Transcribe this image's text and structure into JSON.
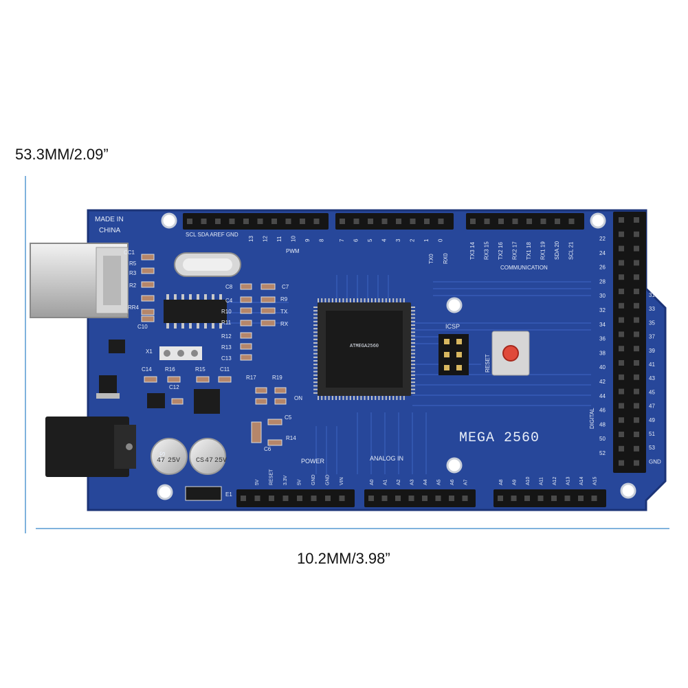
{
  "dimensions": {
    "height_label": "53.3MM/2.09”",
    "width_label": "10.2MM/3.98”"
  },
  "board": {
    "model_label": "MEGA 2560",
    "made_in": [
      "MADE IN",
      "CHINA"
    ],
    "icsp_label": "ICSP",
    "reset_label": "RESET",
    "pwm_label": "PWM",
    "communication_label": "COMMUNICATION",
    "digital_label": "DIGITAL",
    "power_label": "POWER",
    "analog_label": "ANALOG IN",
    "top_left_pins": [
      "SCL",
      "SDA",
      "AREF",
      "GND",
      "13",
      "12",
      "11",
      "10",
      "9",
      "8"
    ],
    "top_mid_pins": [
      "7",
      "6",
      "5",
      "4",
      "3",
      "2",
      "1",
      "0"
    ],
    "tx_rx": [
      "TX0",
      "RX0"
    ],
    "comm_pins": [
      "TX3 14",
      "RX3 15",
      "TX2 16",
      "RX2 17",
      "TX1 18",
      "RX1 19",
      "SDA 20",
      "SCL 21"
    ],
    "right_pins_inner": [
      "22",
      "24",
      "26",
      "28",
      "30",
      "32",
      "34",
      "36",
      "38",
      "40",
      "42",
      "44",
      "46",
      "48",
      "50",
      "52"
    ],
    "right_pins_outer": [
      "31",
      "33",
      "35",
      "37",
      "39",
      "41",
      "43",
      "45",
      "47",
      "49",
      "51",
      "53",
      "GND"
    ],
    "power_pins": [
      "5V",
      "RESET",
      "3.3V",
      "5V",
      "GND",
      "GND",
      "VIN"
    ],
    "analog_pins_a": [
      "A0",
      "A1",
      "A2",
      "A3",
      "A4",
      "A5",
      "A6",
      "A7"
    ],
    "analog_pins_b": [
      "A8",
      "A9",
      "A10",
      "A11",
      "A12",
      "A13",
      "A14",
      "A15"
    ],
    "component_labels": [
      "C7",
      "R9",
      "TX",
      "RX",
      "C8",
      "C4",
      "R10",
      "R11",
      "R12",
      "R13",
      "C13",
      "C14",
      "R16",
      "R15",
      "C11",
      "R17",
      "R19",
      "ON",
      "C12",
      "C5",
      "R14",
      "C6",
      "C10",
      "X1",
      "E1",
      "RR4",
      "R3",
      "R5",
      "R2",
      "CC1"
    ],
    "capacitor_markings": [
      "CS",
      "47",
      "25V"
    ],
    "colors": {
      "pcb": "#27479a",
      "pcb_dark": "#1b3377",
      "header": "#151515",
      "silkscreen": "#e8eef8",
      "reset_button": "#e04a3a"
    }
  }
}
